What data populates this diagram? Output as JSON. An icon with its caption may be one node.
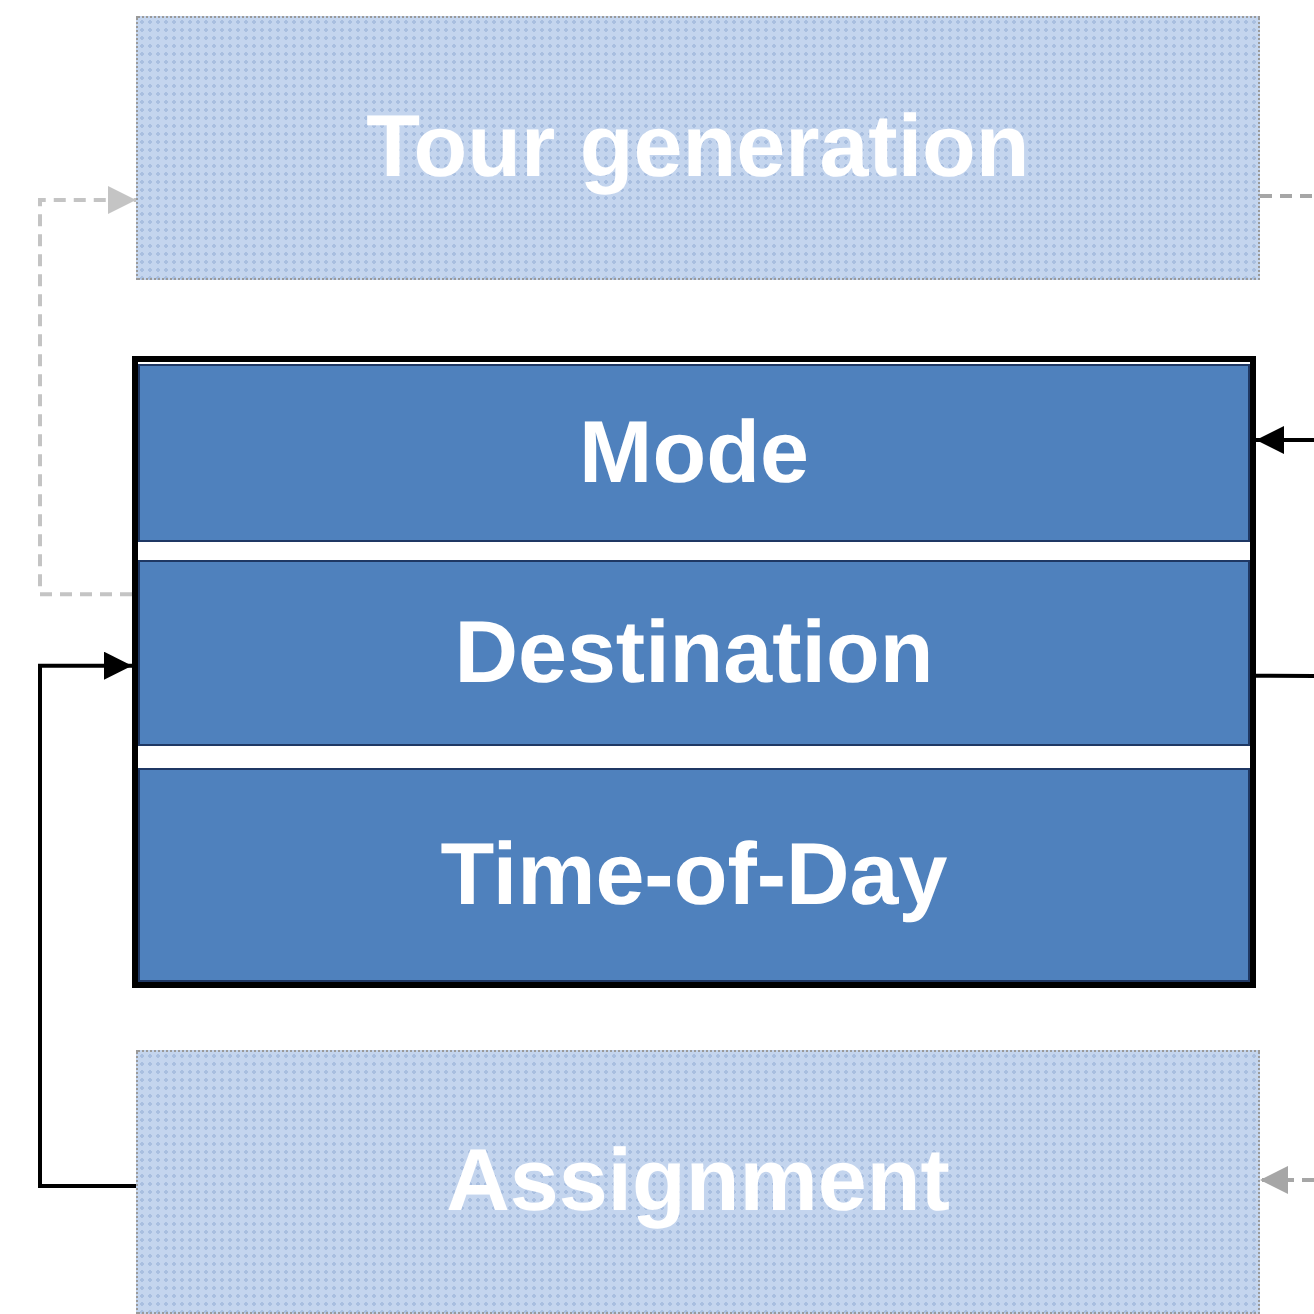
{
  "diagram": {
    "nodes": [
      {
        "text": [
          "Tour generation"
        ]
      },
      {
        "text": [],
        "shape": "box"
      },
      {
        "text": [
          "Mode"
        ],
        "in": 1
      },
      {
        "text": [
          "Destination"
        ],
        "in": 1
      },
      {
        "text": [
          "Time-of-Day"
        ],
        "in": 1
      },
      {
        "text": [
          "Assignment"
        ]
      }
    ],
    "edges": [
      {
        "from": 1,
        "to": 0,
        "arrow": "to",
        "style": "dashed",
        "color": "#c4c4c4"
      },
      {
        "from": 5,
        "to": 1,
        "arrow": "to"
      },
      {
        "from": null,
        "to": 1,
        "arrow": "to"
      },
      {
        "from": 0,
        "to": null,
        "arrow": "none",
        "style": "dashed",
        "color": "#a6a6a6"
      },
      {
        "from": 1,
        "to": null,
        "arrow": "none"
      },
      {
        "from": null,
        "to": 5,
        "arrow": "to",
        "style": "dashed",
        "color": "#a6a6a6"
      }
    ]
  }
}
